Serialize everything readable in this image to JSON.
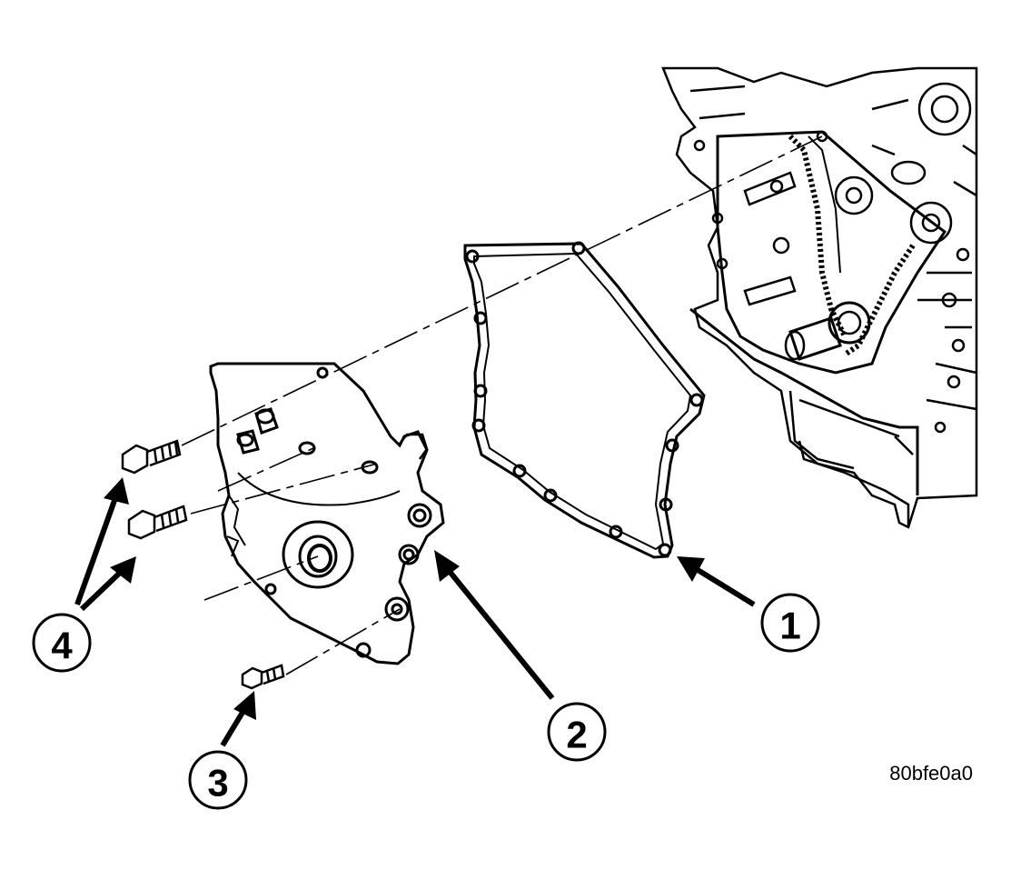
{
  "figure_code": "80bfe0a0",
  "callouts": {
    "c1": "1",
    "c2": "2",
    "c3": "3",
    "c4": "4"
  },
  "colors": {
    "ink": "#000000",
    "paper": "#ffffff"
  }
}
